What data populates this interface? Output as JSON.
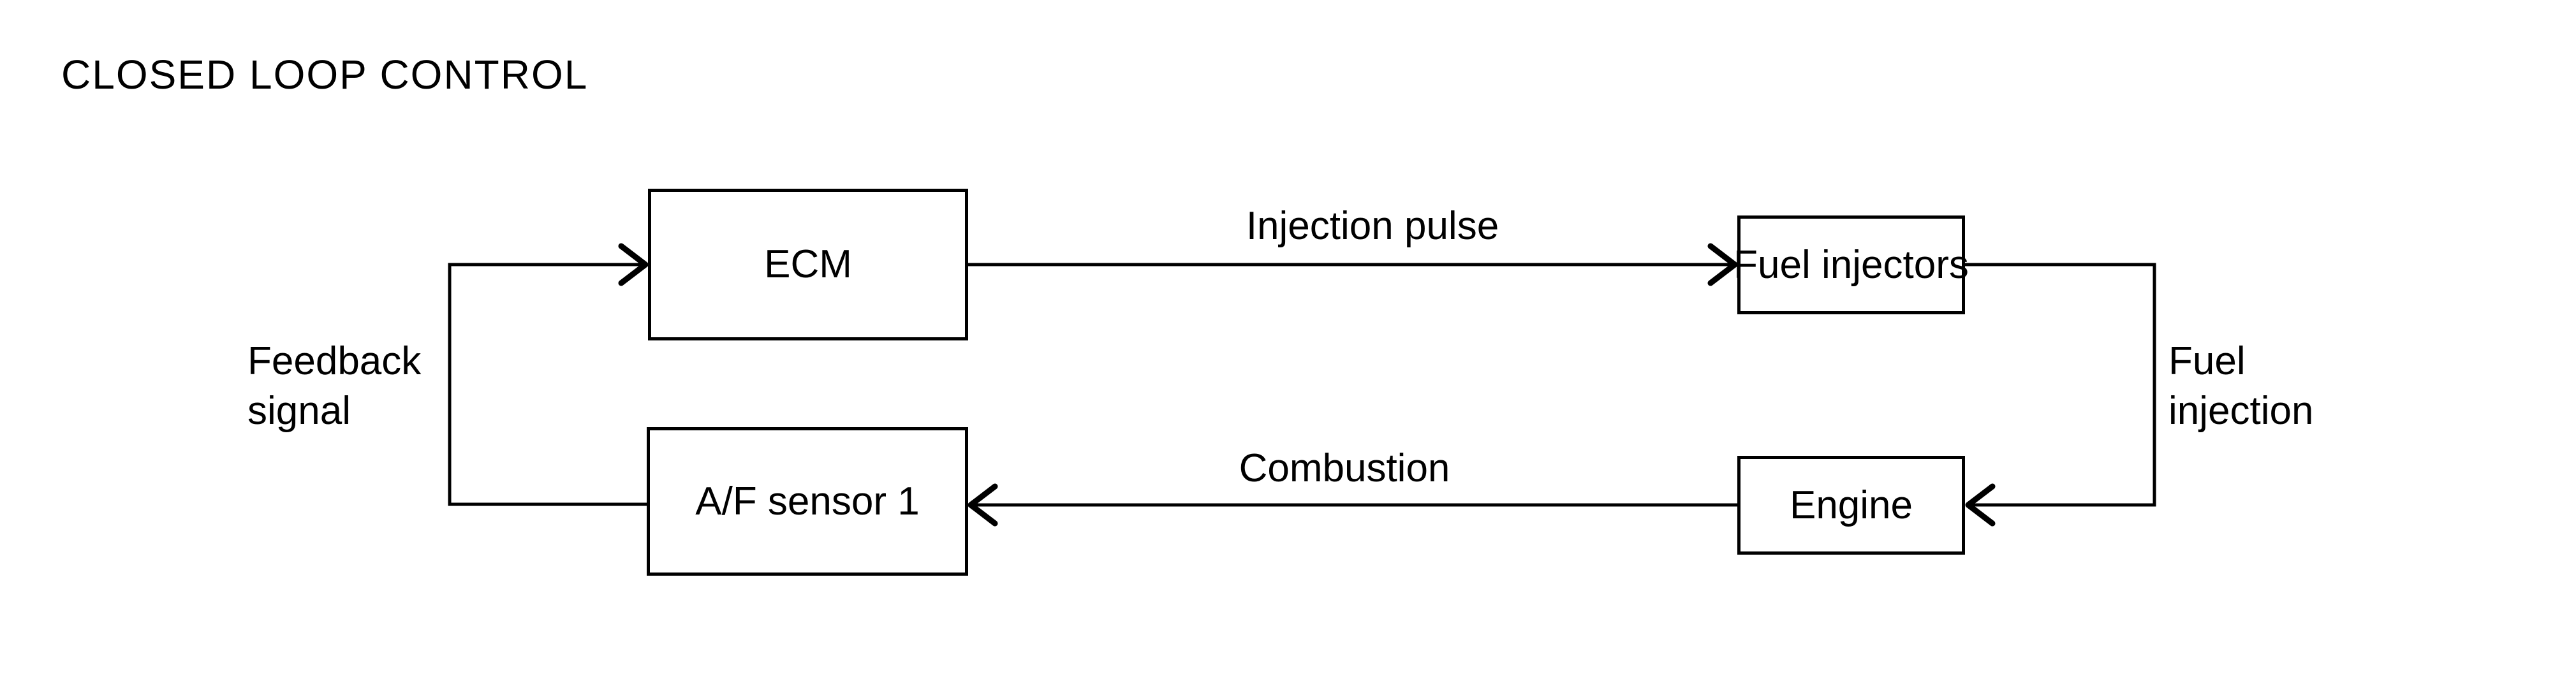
{
  "title": "CLOSED LOOP CONTROL",
  "colors": {
    "ink": "#000000",
    "background": "#ffffff"
  },
  "nodes": {
    "ecm": {
      "label": "ECM"
    },
    "fuel_injectors": {
      "line1": "Fuel",
      "line2": "injectors"
    },
    "engine": {
      "label": "Engine"
    },
    "af_sensor": {
      "label": "A/F sensor 1"
    }
  },
  "edges": {
    "injection_pulse": {
      "label": "Injection pulse"
    },
    "fuel_injection": {
      "line1": "Fuel",
      "line2": "injection"
    },
    "combustion": {
      "label": "Combustion"
    },
    "feedback": {
      "line1": "Feedback",
      "line2": "signal"
    }
  }
}
